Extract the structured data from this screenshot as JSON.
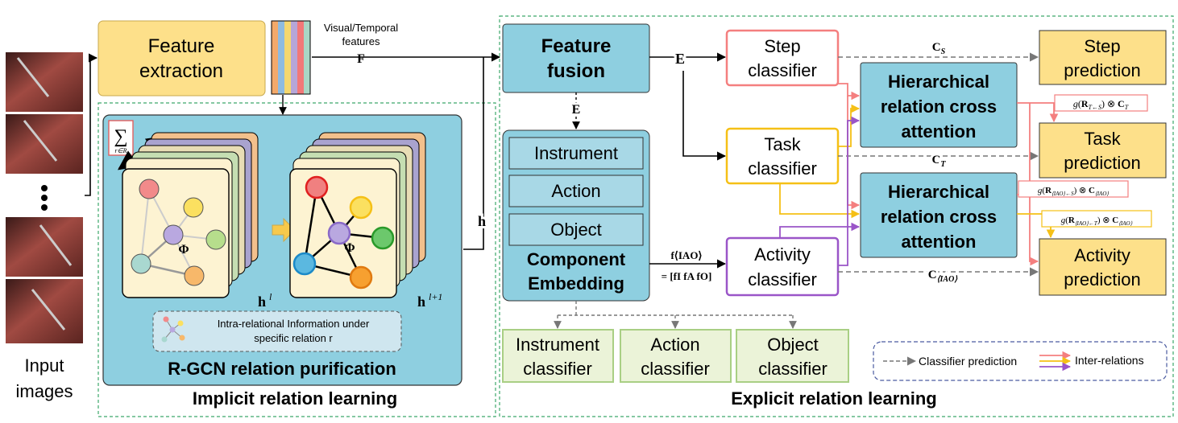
{
  "input": {
    "label_line1": "Input",
    "label_line2": "images",
    "ellipsis": "⋮"
  },
  "feature_extraction": {
    "line1": "Feature",
    "line2": "extraction",
    "features_label_line1": "Visual/Temporal",
    "features_label_line2": "features",
    "F": "F",
    "h": "h"
  },
  "rgcn": {
    "sum_symbol": "∑",
    "sum_subscript": "r∈R",
    "phi": "Φ",
    "h_l": "h",
    "h_l_sup": "l",
    "h_l1": "h",
    "h_l1_sup": "l+1",
    "info_line1": "Intra-relational Information under",
    "info_line2": "specific relation r",
    "title": "R-GCN relation purification",
    "section_title": "Implicit relation learning"
  },
  "feature_fusion": {
    "line1": "Feature",
    "line2": "fusion",
    "E_right": "E",
    "E_down": "E"
  },
  "component": {
    "items": [
      "Instrument",
      "Action",
      "Object"
    ],
    "title_line1": "Component",
    "title_line2": "Embedding",
    "f_label": "f⟨IAO⟩",
    "f_eq": "= [fI  fA  fO]"
  },
  "bottom_classifiers": [
    {
      "line1": "Instrument",
      "line2": "classifier"
    },
    {
      "line1": "Action",
      "line2": "classifier"
    },
    {
      "line1": "Object",
      "line2": "classifier"
    }
  ],
  "classifiers": {
    "step": {
      "line1": "Step",
      "line2": "classifier"
    },
    "task": {
      "line1": "Task",
      "line2": "classifier"
    },
    "activity": {
      "line1": "Activity",
      "line2": "classifier"
    }
  },
  "hrca": {
    "line1": "Hierarchical",
    "line2": "relation cross",
    "line3": "attention"
  },
  "predictions": {
    "step": {
      "line1": "Step",
      "line2": "prediction"
    },
    "task": {
      "line1": "Task",
      "line2": "prediction"
    },
    "activity": {
      "line1": "Activity",
      "line2": "prediction"
    }
  },
  "C_labels": {
    "CS": "C_S",
    "CT": "C_T",
    "CIAO": "C_⟨IAO⟩"
  },
  "relation_labels": {
    "r1": "g(R_{T←S}) ⊗ C_T",
    "r2": "g(R_{⟨IAO⟩←S}) ⊗ C_{⟨IAO⟩}",
    "r3": "g(R_{⟨IAO⟩←T}) ⊗ C_{⟨IAO⟩}"
  },
  "legend": {
    "classifier_prediction": "Classifier prediction",
    "inter_relations": "Inter-relations"
  },
  "explicit_title": "Explicit relation learning",
  "colors": {
    "yellow_box": "#fde08a",
    "blue_box": "#8ecfe0",
    "light_blue": "#a8d8e6",
    "light_green_bg": "#ebf3d8",
    "green_border": "#a9cf84",
    "step_red": "#f47f7f",
    "task_yellow": "#f5c016",
    "activity_purple": "#9a55c8",
    "dashed_green": "#3ca86a"
  }
}
